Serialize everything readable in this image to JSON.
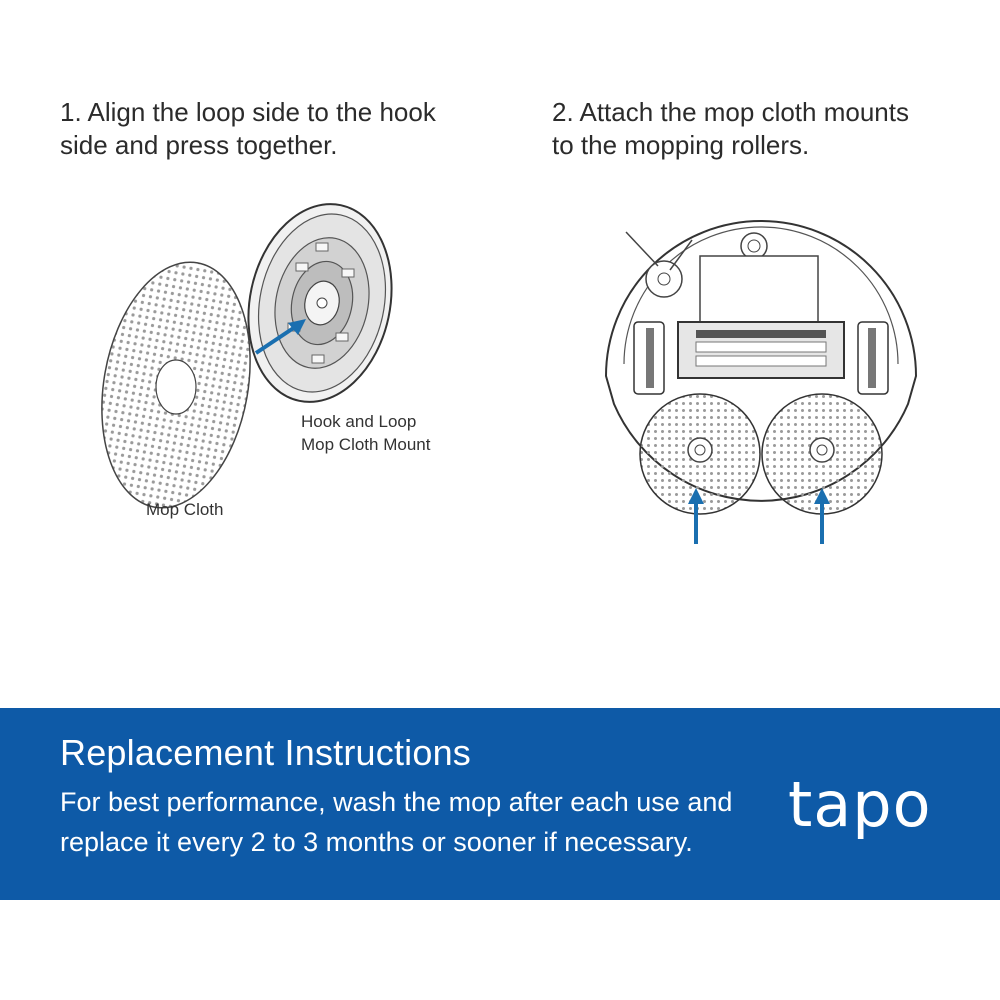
{
  "step1": {
    "text": "1. Align the loop side to the hook\n   side and press together."
  },
  "step2": {
    "text": "2.  Attach the mop cloth mounts\n    to the mopping rollers."
  },
  "captions": {
    "mount": "Hook and Loop\nMop Cloth Mount",
    "cloth": "Mop Cloth"
  },
  "banner": {
    "title": "Replacement Instructions",
    "body": "For best performance, wash the mop after each use and replace it every 2 to 3 months or sooner if necessary.",
    "logo": "tapo"
  },
  "colors": {
    "accent": "#0e5aa7",
    "arrow": "#1a6fb0",
    "line": "#333333"
  },
  "icons": [
    "mop-cloth-illustration",
    "mop-mount-illustration",
    "robot-vacuum-bottom-illustration",
    "arrow-icon"
  ]
}
